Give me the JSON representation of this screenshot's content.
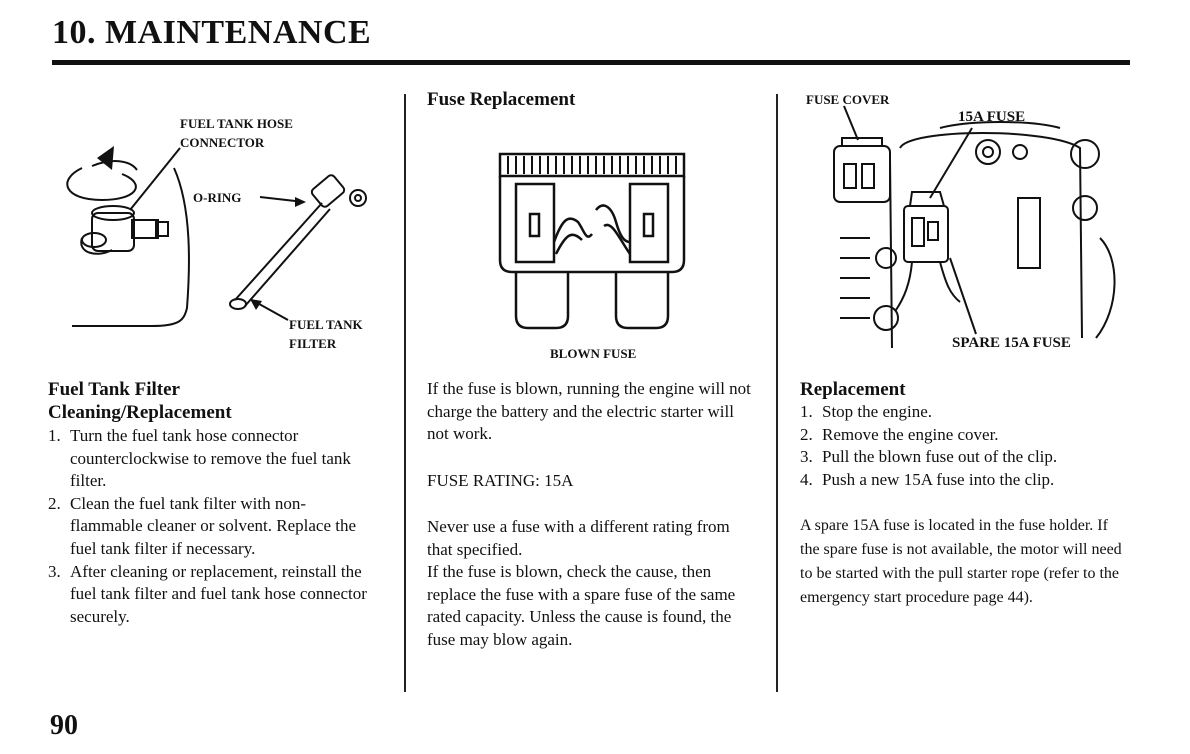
{
  "header": {
    "title": "10. MAINTENANCE"
  },
  "left": {
    "labels": {
      "hose_connector_line1": "FUEL TANK HOSE",
      "hose_connector_line2": "CONNECTOR",
      "oring": "O-RING",
      "filter_line1": "FUEL TANK",
      "filter_line2": "FILTER"
    },
    "title_line1": "Fuel Tank Filter",
    "title_line2": "Cleaning/Replacement",
    "steps": [
      {
        "num": "1.",
        "text": "Turn the fuel tank hose connector counterclockwise to remove the fuel tank filter."
      },
      {
        "num": "2.",
        "text": "Clean the fuel tank filter with non-flammable cleaner or solvent. Replace the fuel tank filter if necessary."
      },
      {
        "num": "3.",
        "text": "After cleaning or replacement, reinstall the fuel tank filter and fuel tank hose connector securely."
      }
    ]
  },
  "middle": {
    "title": "Fuse Replacement",
    "fuse_caption": "BLOWN FUSE",
    "para1": "If the fuse is blown, running the engine will not charge the battery and the electric starter will not work.",
    "rating": "FUSE RATING: 15A",
    "para2a": "Never use a fuse with a different rating from that specified.",
    "para2b": "If the fuse is blown, check the cause, then replace the fuse with a spare fuse of the same rated capacity. Unless the cause is found, the fuse may blow again."
  },
  "right": {
    "labels": {
      "fuse_cover": "FUSE COVER",
      "fuse_15a": "15A FUSE",
      "spare": "SPARE 15A FUSE"
    },
    "title": "Replacement",
    "steps": [
      {
        "num": "1.",
        "text": "Stop the engine."
      },
      {
        "num": "2.",
        "text": "Remove the engine cover."
      },
      {
        "num": "3.",
        "text": "Pull the blown fuse out of the clip."
      },
      {
        "num": "4.",
        "text": "Push a new 15A fuse into the clip."
      }
    ],
    "note": "A spare 15A fuse is located in the fuse holder. If the spare fuse is not available, the motor will need to be started with the pull starter rope (refer to the emergency start procedure page 44)."
  },
  "footer": {
    "page_number": "90"
  }
}
